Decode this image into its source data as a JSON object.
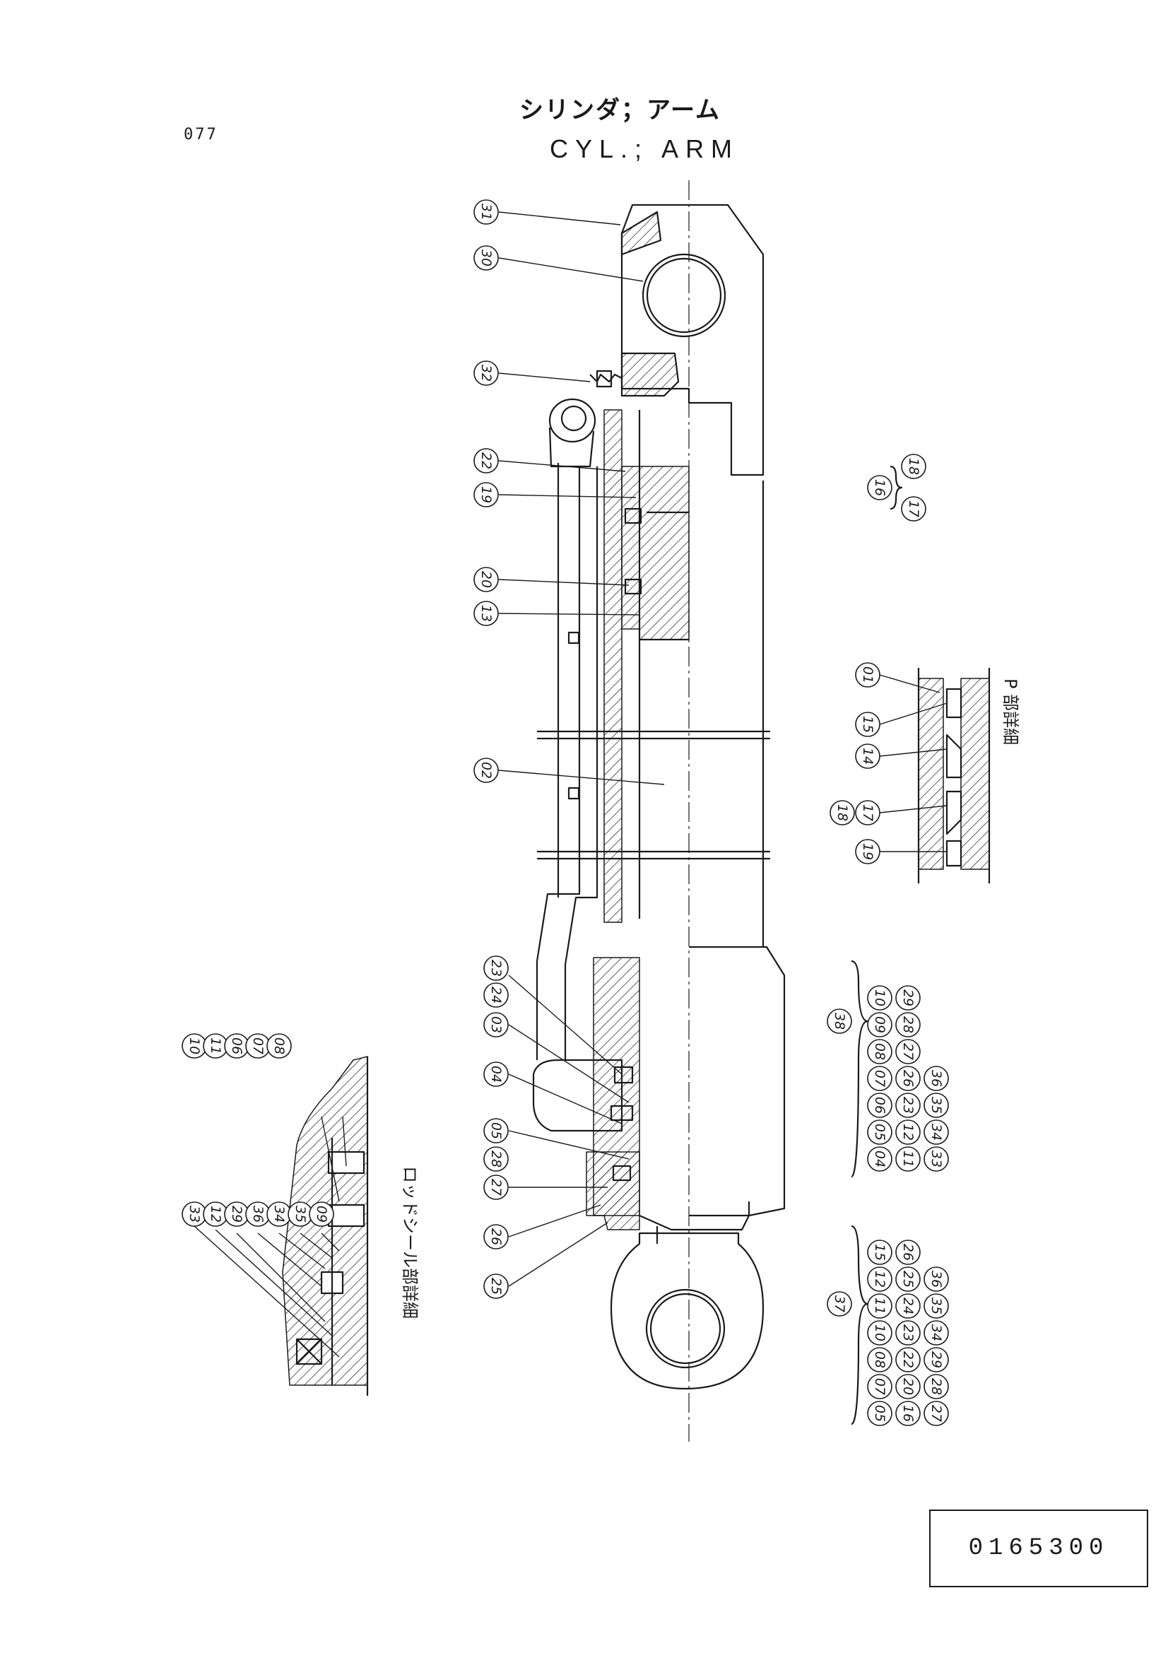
{
  "header": {
    "page_number": "077",
    "title_jp": "シリンダ；アーム",
    "title_en": "CYL.; ARM"
  },
  "main_callouts": [
    {
      "num": "31"
    },
    {
      "num": "30"
    },
    {
      "num": "32"
    },
    {
      "num": "22"
    },
    {
      "num": "19"
    },
    {
      "num": "20"
    },
    {
      "num": "13"
    },
    {
      "num": "02"
    },
    {
      "num": "23"
    },
    {
      "num": "24"
    },
    {
      "num": "03"
    },
    {
      "num": "04"
    },
    {
      "num": "05"
    },
    {
      "num": "28"
    },
    {
      "num": "27"
    },
    {
      "num": "26"
    },
    {
      "num": "25"
    }
  ],
  "rod_seal_detail": {
    "label": "ロッドシール部詳細",
    "callouts": [
      {
        "num": "33"
      },
      {
        "num": "12"
      },
      {
        "num": "29"
      },
      {
        "num": "36"
      },
      {
        "num": "34"
      },
      {
        "num": "35"
      },
      {
        "num": "09"
      },
      {
        "num": "10"
      },
      {
        "num": "11"
      },
      {
        "num": "06"
      },
      {
        "num": "07"
      },
      {
        "num": "08"
      }
    ]
  },
  "p_detail": {
    "label": "P 部詳細",
    "callouts": [
      {
        "num": "19"
      },
      {
        "num": "17"
      },
      {
        "num": "18"
      },
      {
        "num": "14"
      },
      {
        "num": "15"
      },
      {
        "num": "01"
      }
    ]
  },
  "group_16": {
    "parent": "16",
    "children": [
      "18",
      "17"
    ]
  },
  "group_38": {
    "parent": "38",
    "rows": [
      [
        "04",
        "05",
        "06",
        "07",
        "08",
        "09",
        "10"
      ],
      [
        "11",
        "12",
        "23",
        "26",
        "27",
        "28",
        "29"
      ],
      [
        "33",
        "34",
        "35",
        "36"
      ]
    ]
  },
  "group_37": {
    "parent": "37",
    "rows": [
      [
        "05",
        "07",
        "08",
        "10",
        "11",
        "12",
        "15"
      ],
      [
        "16",
        "20",
        "22",
        "23",
        "24",
        "25",
        "26"
      ],
      [
        "27",
        "28",
        "29",
        "34",
        "35",
        "36"
      ]
    ]
  },
  "footer": {
    "doc_number": "0165300"
  }
}
